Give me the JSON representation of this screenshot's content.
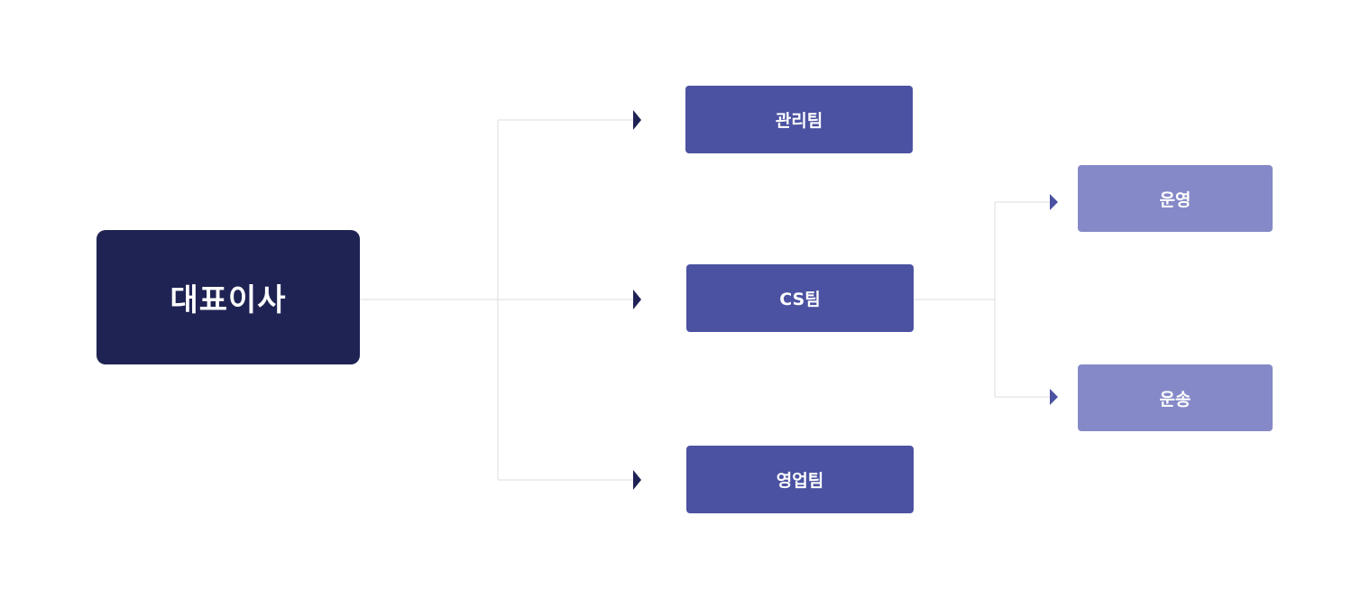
{
  "org_chart": {
    "root": {
      "label": "대표이사"
    },
    "teams": [
      {
        "id": "mgmt",
        "label": "관리팀"
      },
      {
        "id": "cs",
        "label": "CS팀"
      },
      {
        "id": "sales",
        "label": "영업팀"
      }
    ],
    "cs_subteams": [
      {
        "id": "ops",
        "label": "운영"
      },
      {
        "id": "ship",
        "label": "운송"
      }
    ]
  },
  "colors": {
    "root_fill": "#1f2354",
    "team_fill": "#4b52a1",
    "subteam_fill": "#8589c7",
    "connector_line": "#dcdde2",
    "arrow_dark": "#1f2354",
    "arrow_light": "#4b52a1",
    "text": "#ffffff"
  }
}
